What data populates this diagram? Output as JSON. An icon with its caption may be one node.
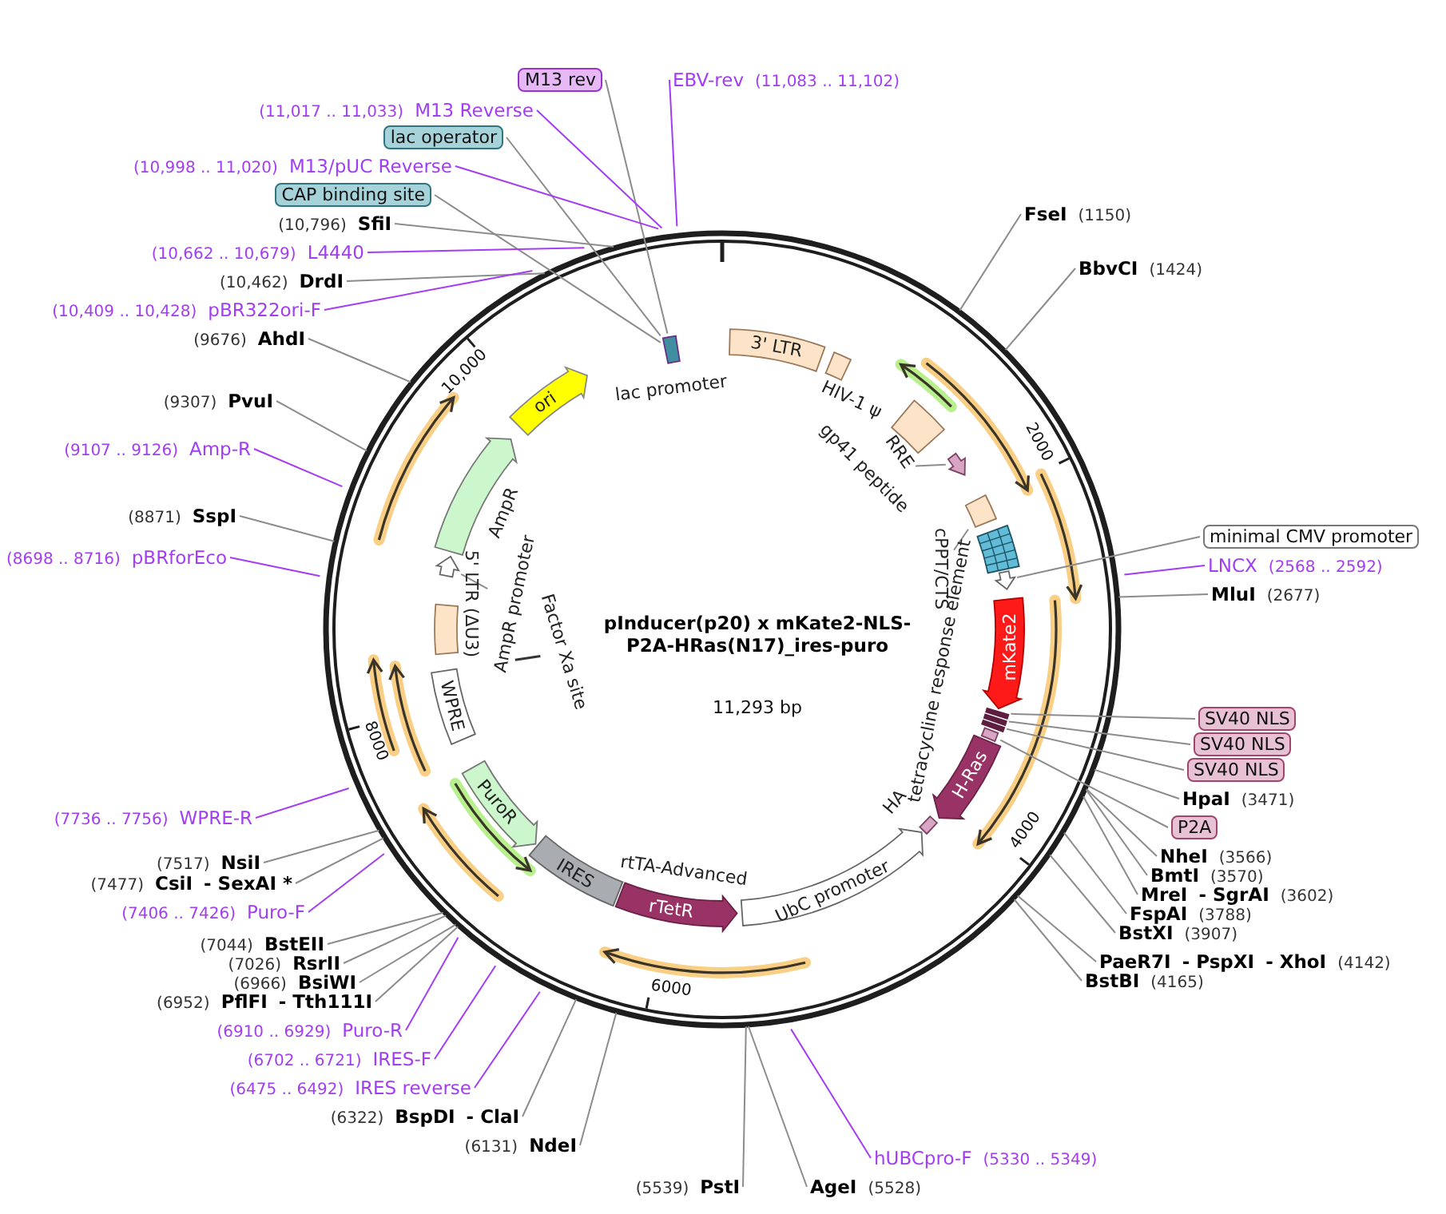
{
  "diagram": {
    "title": "pInducer(p20) x mKate2-NLS-P2A-HRas(N17)_ires-puro",
    "nodes": [
      {
        "text": [
          "M13 rev"
        ]
      },
      {
        "text": [
          "(11,017 .. 11,033)",
          "M13 Reverse"
        ]
      },
      {
        "text": [
          "lac operator"
        ]
      },
      {
        "text": [
          "(10,998 .. 11,020)",
          "M13/pUC Reverse"
        ]
      },
      {
        "text": [
          "CAP binding site"
        ]
      },
      {
        "text": [
          "(10,796)",
          "SfiI"
        ]
      },
      {
        "text": [
          "(10,662 .. 10,679)",
          "L4440"
        ]
      },
      {
        "text": [
          "(10,462)",
          "DrdI"
        ]
      },
      {
        "text": [
          "(10,409 .. 10,428)",
          "pBR322ori-F"
        ]
      },
      {
        "text": [
          "(9676)",
          "AhdI"
        ]
      },
      {
        "text": [
          "(9307)",
          "PvuI"
        ]
      },
      {
        "text": [
          "(9107 .. 9126)",
          "Amp-R"
        ]
      },
      {
        "text": [
          "(8871)",
          "SspI"
        ]
      },
      {
        "text": [
          "(8698 .. 8716)",
          "pBRforEco"
        ]
      },
      {
        "text": [
          "(7736 .. 7756)",
          "WPRE-R"
        ]
      },
      {
        "text": [
          "(7517)",
          "NsiI"
        ]
      },
      {
        "text": [
          "(7477)",
          "CsiI",
          "- SexAI *"
        ]
      },
      {
        "text": [
          "(7406 .. 7426)",
          "Puro-F"
        ]
      },
      {
        "text": [
          "(7044)",
          "BstEII"
        ]
      },
      {
        "text": [
          "(7026)",
          "RsrII"
        ]
      },
      {
        "text": [
          "(6966)",
          "BsiWI"
        ]
      },
      {
        "text": [
          "(6952)",
          "PflFI",
          "- Tth111I"
        ]
      },
      {
        "text": [
          "(6910 .. 6929)",
          "Puro-R"
        ]
      },
      {
        "text": [
          "(6702 .. 6721)",
          "IRES-F"
        ]
      },
      {
        "text": [
          "(6475 .. 6492)",
          "IRES reverse"
        ]
      },
      {
        "text": [
          "(6322)",
          "BspDI",
          "- ClaI"
        ]
      },
      {
        "text": [
          "(6131)",
          "NdeI"
        ]
      },
      {
        "text": [
          "(5539)",
          "PstI"
        ]
      },
      {
        "text": [
          "EBV-rev",
          "(11,083 .. 11,102)"
        ]
      },
      {
        "text": [
          "FseI",
          "(1150)"
        ]
      },
      {
        "text": [
          "BbvCI",
          "(1424)"
        ]
      },
      {
        "text": [
          "minimal CMV promoter"
        ]
      },
      {
        "text": [
          "LNCX",
          "(2568 .. 2592)"
        ]
      },
      {
        "text": [
          "MluI",
          "(2677)"
        ]
      },
      {
        "text": [
          "SV40 NLS"
        ]
      },
      {
        "text": [
          "SV40 NLS"
        ]
      },
      {
        "text": [
          "SV40 NLS"
        ]
      },
      {
        "text": [
          "HpaI",
          "(3471)"
        ]
      },
      {
        "text": [
          "P2A"
        ]
      },
      {
        "text": [
          "NheI",
          "(3566)"
        ]
      },
      {
        "text": [
          "BmtI",
          "(3570)"
        ]
      },
      {
        "text": [
          "MreI",
          "- SgrAI",
          "(3602)"
        ]
      },
      {
        "text": [
          "FspAI",
          "(3788)"
        ]
      },
      {
        "text": [
          "BstXI",
          "(3907)"
        ]
      },
      {
        "text": [
          "PaeR7I",
          "- PspXI",
          "- XhoI",
          "(4142)"
        ]
      },
      {
        "text": [
          "BstBI",
          "(4165)"
        ]
      },
      {
        "text": [
          "AgeI",
          "(5528)"
        ]
      },
      {
        "text": [
          "hUBCpro-F",
          "(5330 .. 5349)"
        ]
      },
      {
        "text": [
          "3' LTR"
        ]
      },
      {
        "text": [],
        "shape": "box",
        "beside": [
          "HIV-1 ψ"
        ]
      },
      {
        "text": [],
        "shape": "box",
        "beside": [
          "RRE"
        ]
      },
      {
        "text": [
          "gp41 peptide"
        ]
      },
      {
        "text": [],
        "shape": "arrow"
      },
      {
        "text": [
          "cPPT/CTS"
        ]
      },
      {
        "text": [],
        "shape": "box"
      },
      {
        "text": [],
        "shape": "box",
        "beside": [
          "tetracycline response element"
        ]
      },
      {
        "text": [],
        "shape": "arrow"
      },
      {
        "text": [
          "mKate2"
        ]
      },
      {
        "text": [],
        "shape": "bar"
      },
      {
        "text": [],
        "shape": "bar"
      },
      {
        "text": [],
        "shape": "bar"
      },
      {
        "text": [],
        "shape": "bar"
      },
      {
        "text": [
          "H-Ras"
        ]
      },
      {
        "text": [],
        "shape": "bar",
        "beside": [
          "HA"
        ]
      },
      {
        "text": [
          "UbC promoter"
        ]
      },
      {
        "text": [
          "rTetR"
        ],
        "beside": [
          "rtTA-Advanced"
        ]
      },
      {
        "text": [
          "IRES"
        ]
      },
      {
        "text": [
          "PuroR"
        ]
      },
      {
        "text": [
          "WPRE"
        ]
      },
      {
        "text": [],
        "shape": "box",
        "beside": [
          "5' LTR (ΔU3)"
        ]
      },
      {
        "text": [],
        "shape": "bar",
        "beside": [
          "Factor Xa site"
        ]
      },
      {
        "text": [
          "AmpR promoter"
        ]
      },
      {
        "text": [],
        "shape": "arrow"
      },
      {
        "text": [],
        "shape": "arrow",
        "beside": [
          "AmpR"
        ]
      },
      {
        "text": [
          "ori"
        ]
      },
      {
        "text": [],
        "shape": "box",
        "beside": [
          "lac promoter"
        ]
      }
    ],
    "edges": [
      {
        "from": 0,
        "to": 75,
        "arrow": "none"
      },
      {
        "from": 1,
        "to": null,
        "arrow": "none",
        "color": "#a23cf5"
      },
      {
        "from": 2,
        "to": 75,
        "arrow": "none"
      },
      {
        "from": 3,
        "to": null,
        "arrow": "none",
        "color": "#a23cf5"
      },
      {
        "from": 4,
        "to": 75,
        "arrow": "none"
      },
      {
        "from": 5,
        "to": null,
        "arrow": "none"
      },
      {
        "from": 6,
        "to": null,
        "arrow": "none",
        "color": "#a23cf5"
      },
      {
        "from": 7,
        "to": null,
        "arrow": "none"
      },
      {
        "from": 8,
        "to": null,
        "arrow": "none",
        "color": "#a23cf5"
      },
      {
        "from": 9,
        "to": null,
        "arrow": "none"
      },
      {
        "from": 10,
        "to": null,
        "arrow": "none"
      },
      {
        "from": 11,
        "to": null,
        "arrow": "none",
        "color": "#a23cf5"
      },
      {
        "from": 12,
        "to": null,
        "arrow": "none"
      },
      {
        "from": 13,
        "to": null,
        "arrow": "none",
        "color": "#a23cf5"
      },
      {
        "from": 14,
        "to": null,
        "arrow": "none",
        "color": "#a23cf5"
      },
      {
        "from": 15,
        "to": null,
        "arrow": "none"
      },
      {
        "from": 16,
        "to": null,
        "arrow": "none"
      },
      {
        "from": 17,
        "to": null,
        "arrow": "none",
        "color": "#a23cf5"
      },
      {
        "from": 18,
        "to": null,
        "arrow": "none"
      },
      {
        "from": 19,
        "to": null,
        "arrow": "none"
      },
      {
        "from": 20,
        "to": null,
        "arrow": "none"
      },
      {
        "from": 21,
        "to": null,
        "arrow": "none"
      },
      {
        "from": 22,
        "to": null,
        "arrow": "none",
        "color": "#a23cf5"
      },
      {
        "from": 23,
        "to": null,
        "arrow": "none",
        "color": "#a23cf5"
      },
      {
        "from": 24,
        "to": null,
        "arrow": "none",
        "color": "#a23cf5"
      },
      {
        "from": 25,
        "to": null,
        "arrow": "none"
      },
      {
        "from": 26,
        "to": null,
        "arrow": "none"
      },
      {
        "from": 27,
        "to": null,
        "arrow": "none"
      },
      {
        "from": 28,
        "to": null,
        "arrow": "none",
        "color": "#a23cf5"
      },
      {
        "from": 29,
        "to": null,
        "arrow": "none"
      },
      {
        "from": 30,
        "to": null,
        "arrow": "none"
      },
      {
        "from": 31,
        "to": 56,
        "arrow": "none"
      },
      {
        "from": 32,
        "to": null,
        "arrow": "none",
        "color": "#a23cf5"
      },
      {
        "from": 33,
        "to": null,
        "arrow": "none"
      },
      {
        "from": 34,
        "to": 58,
        "arrow": "none"
      },
      {
        "from": 35,
        "to": 59,
        "arrow": "none"
      },
      {
        "from": 36,
        "to": 60,
        "arrow": "none"
      },
      {
        "from": 37,
        "to": null,
        "arrow": "none"
      },
      {
        "from": 38,
        "to": 61,
        "arrow": "none"
      },
      {
        "from": 39,
        "to": null,
        "arrow": "none"
      },
      {
        "from": 40,
        "to": null,
        "arrow": "none"
      },
      {
        "from": 41,
        "to": null,
        "arrow": "none"
      },
      {
        "from": 42,
        "to": null,
        "arrow": "none"
      },
      {
        "from": 43,
        "to": null,
        "arrow": "none"
      },
      {
        "from": 44,
        "to": null,
        "arrow": "none"
      },
      {
        "from": 45,
        "to": null,
        "arrow": "none"
      },
      {
        "from": 46,
        "to": null,
        "arrow": "none"
      },
      {
        "from": 47,
        "to": null,
        "arrow": "none",
        "color": "#a23cf5"
      },
      {
        "from": 51,
        "to": 52,
        "arrow": "none"
      },
      {
        "from": 53,
        "to": 54,
        "arrow": "none"
      },
      {
        "from": 71,
        "to": 72,
        "arrow": "none"
      }
    ],
    "labels": [
      "10,000",
      "2000",
      "11,293 bp",
      "8000",
      "4000",
      "6000"
    ]
  }
}
